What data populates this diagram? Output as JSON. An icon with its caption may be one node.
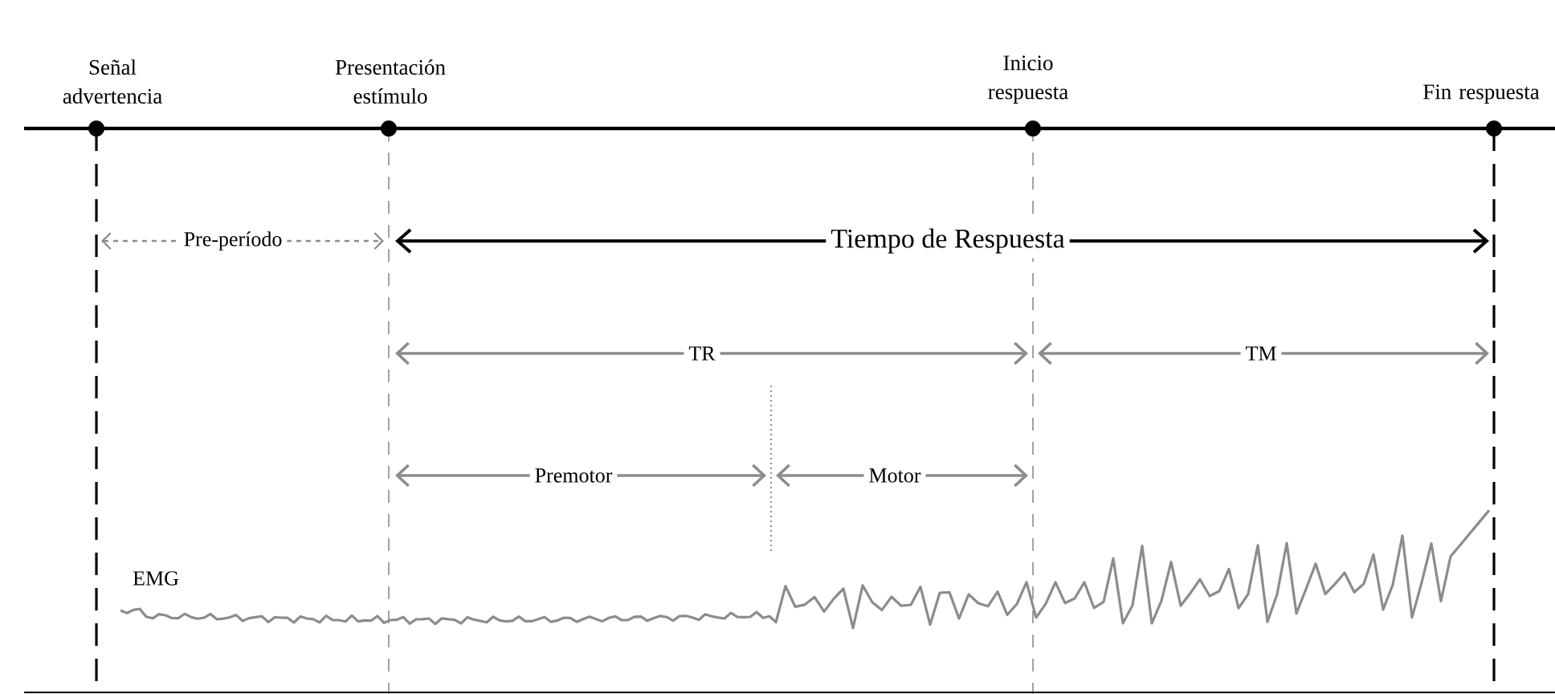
{
  "diagram": {
    "nodes": [
      {
        "text": [
          "Señal advertencia"
        ]
      },
      {
        "text": [
          "Presentación estímulo"
        ]
      },
      {
        "text": [
          "Inicio respuesta"
        ]
      },
      {
        "text": [
          "Fin respuesta"
        ]
      }
    ],
    "labels": [
      "Pre-período",
      "Tiempo de Respuesta",
      "TR",
      "TM",
      "Premotor",
      "Motor",
      "EMG"
    ]
  }
}
